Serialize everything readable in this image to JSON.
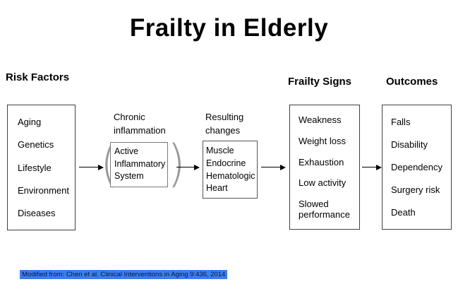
{
  "title": "Frailty in Elderly",
  "risk_factors": {
    "header": "Risk Factors",
    "items": [
      "Aging",
      "Genetics",
      "Lifestyle",
      "Environment",
      "Diseases"
    ]
  },
  "inflammation": {
    "label": "Chronic inflammation",
    "box": "Active Inflammatory System"
  },
  "changes": {
    "label": "Resulting changes",
    "items": [
      "Muscle",
      "Endocrine",
      "Hematologic",
      "Heart"
    ]
  },
  "frailty_signs": {
    "header": "Frailty Signs",
    "items": [
      "Weakness",
      "Weight loss",
      "Exhaustion",
      "Low activity",
      "Slowed performance"
    ]
  },
  "outcomes": {
    "header": "Outcomes",
    "items": [
      "Falls",
      "Disability",
      "Dependency",
      "Surgery risk",
      "Death"
    ]
  },
  "brackets": {
    "left": "(",
    "right": ")"
  },
  "footer": {
    "citation": "Modified from: Chen et al. Clinical Interventions in Aging 9:436, 2014"
  },
  "colors": {
    "highlight": "#3c7df0",
    "border": "#404040"
  }
}
